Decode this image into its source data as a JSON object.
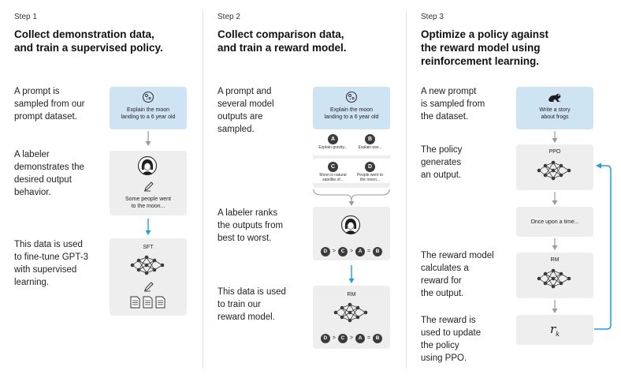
{
  "steps": [
    {
      "label": "Step 1",
      "title_line1": "Collect demonstration data,",
      "title_line2": "and train a supervised policy.",
      "desc1": [
        "A prompt is",
        "sampled from our",
        "prompt dataset."
      ],
      "desc2": [
        "A labeler",
        "demonstrates the",
        "desired output",
        "behavior."
      ],
      "desc3": [
        "This data is used",
        "to fine-tune GPT-3",
        "with supervised",
        "learning."
      ],
      "prompt_lines": [
        "Explain the moon",
        "landing to a 6 year old"
      ],
      "demo_lines": [
        "Some people went",
        "to the moon..."
      ],
      "model_label": "SFT"
    },
    {
      "label": "Step 2",
      "title_line1": "Collect comparison data,",
      "title_line2": "and train a reward model.",
      "desc1": [
        "A prompt and",
        "several model",
        "outputs are",
        "sampled."
      ],
      "desc2": [
        "A labeler ranks",
        "the outputs from",
        "best to worst."
      ],
      "desc3": [
        "This data is used",
        "to train our",
        "reward model."
      ],
      "prompt_lines": [
        "Explain the moon",
        "landing to a 6 year old"
      ],
      "outputs": [
        {
          "letter": "A",
          "lines": [
            "Explain gravity..."
          ]
        },
        {
          "letter": "B",
          "lines": [
            "Explain war..."
          ]
        },
        {
          "letter": "C",
          "lines": [
            "Moon is natural",
            "satellite of..."
          ]
        },
        {
          "letter": "D",
          "lines": [
            "People went to",
            "the moon..."
          ]
        }
      ],
      "ranking": [
        "D",
        ">",
        "C",
        ">",
        "A",
        "=",
        "B"
      ],
      "model_label": "RM"
    },
    {
      "label": "Step 3",
      "title_lines": [
        "Optimize a policy against",
        "the reward model using",
        "reinforcement learning."
      ],
      "desc1": [
        "A new prompt",
        "is sampled from",
        "the dataset."
      ],
      "desc2": [
        "The policy",
        "generates",
        "an output."
      ],
      "desc3": [
        "The reward model",
        "calculates a",
        "reward for",
        "the output."
      ],
      "desc4": [
        "The reward is",
        "used to update",
        "the policy",
        "using PPO."
      ],
      "prompt_lines": [
        "Write a story",
        "about frogs"
      ],
      "policy_label": "PPO",
      "output_text": "Once upon a time...",
      "rm_label": "RM",
      "reward_symbol": "r",
      "reward_subscript": "k"
    }
  ],
  "colors": {
    "prompt_box": "#cfe4f3",
    "card": "#eeeeee",
    "arrow_blue": "#1c9ee8",
    "arrow_gray": "#9a9a9a",
    "badge": "#3b3b3b"
  },
  "icons": [
    "moon-icon",
    "labeler-avatar-icon",
    "pencil-icon",
    "neural-network-icon",
    "document-icon",
    "frog-icon"
  ]
}
